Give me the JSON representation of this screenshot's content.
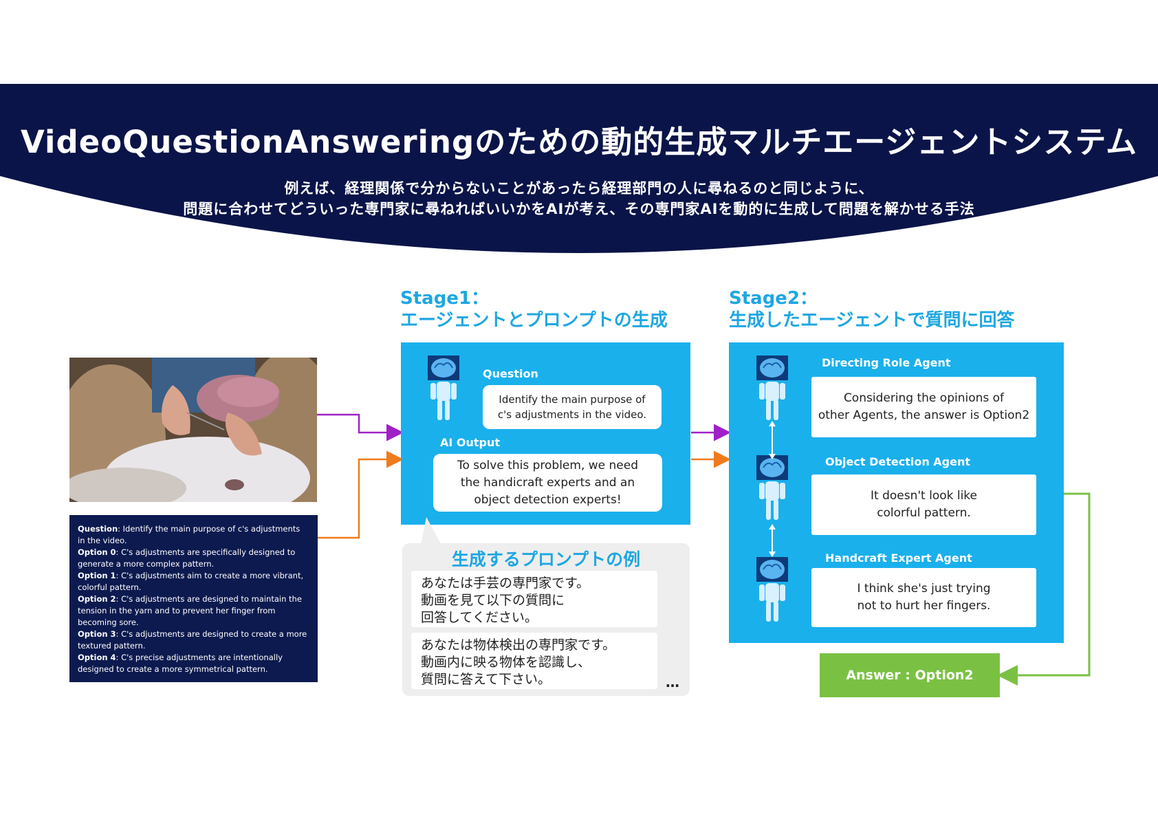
{
  "header": {
    "title": "VideoQuestionAnsweringのための動的生成マルチエージェントシステム",
    "subtitle_line1": "例えば、経理関係で分からないことがあったら経理部門の人に尋ねるのと同じように、",
    "subtitle_line2": "問題に合わせてどういった専門家に尋ねればいいかをAIが考え、その専門家AIを動的に生成して問題を解かせる手法",
    "color": "#0b1448"
  },
  "stage1": {
    "title_line1": "Stage1：",
    "title_line2": "エージェントとプロンプトの生成",
    "question_label": "Question",
    "question_text_line1": "Identify the main purpose of",
    "question_text_line2": "c's adjustments in the video.",
    "ai_output_label": "AI Output",
    "ai_output_line1": "To solve this problem, we need",
    "ai_output_line2": "the handicraft experts and an",
    "ai_output_line3": "object detection experts!"
  },
  "prompt_examples": {
    "title": "生成するプロンプトの例",
    "card1": [
      "あなたは手芸の専門家です。",
      "動画を見て以下の質問に",
      "回答してください。"
    ],
    "card2": [
      "あなたは物体検出の専門家です。",
      "動画内に映る物体を認識し、",
      "質問に答えて下さい。"
    ],
    "more": "…"
  },
  "stage2": {
    "title_line1": "Stage2：",
    "title_line2": "生成したエージェントで質問に回答",
    "agents": [
      {
        "label": "Directing Role Agent",
        "line1": "Considering the opinions of",
        "line2": "other Agents, the answer is Option2"
      },
      {
        "label": "Object Detection Agent",
        "line1": "It doesn't look like",
        "line2": "colorful pattern."
      },
      {
        "label": "Handcraft Expert Agent",
        "line1": "I think she's just trying",
        "line2": "not to hurt her fingers."
      }
    ],
    "answer": "Answer : Option2"
  },
  "question_panel": {
    "question_label": "Question",
    "question_text": ": Identify the main purpose of c's adjustments in the video.",
    "options": [
      {
        "label": "Option 0",
        "text": ": C's adjustments are specifically designed to generate a more complex pattern."
      },
      {
        "label": "Option 1",
        "text": ": C's adjustments aim to create a more vibrant, colorful pattern."
      },
      {
        "label": "Option 2",
        "text": ": C's adjustments are designed to maintain the tension in the yarn and to prevent her finger from becoming sore."
      },
      {
        "label": "Option 3",
        "text": ": C's adjustments are designed to create a more textured pattern."
      },
      {
        "label": "Option 4",
        "text": ": C's precise adjustments are intentionally designed to create a more symmetrical pattern."
      }
    ]
  },
  "colors": {
    "navy": "#0b1448",
    "stage_blue": "#1ab0ec",
    "title_blue": "#1ea7e1",
    "purple_arrow": "#a020c8",
    "orange_arrow": "#f07b1a",
    "green": "#7ac143"
  },
  "icons": {
    "agent": "brain-head-person-icon",
    "video": "knitting-video-thumbnail"
  }
}
